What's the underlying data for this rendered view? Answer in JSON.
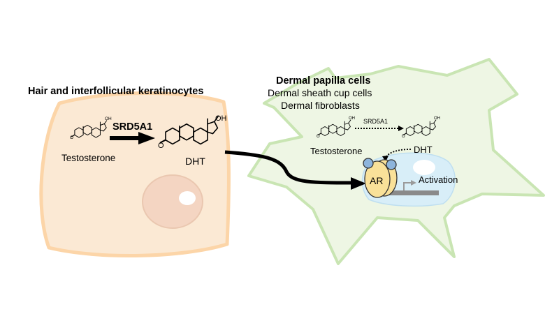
{
  "left_cell": {
    "title": "Hair and interfollicular keratinocytes",
    "enzyme": "SRD5A1",
    "substrate": "Testosterone",
    "product": "DHT",
    "oh_label": "OH",
    "keto_label": "O"
  },
  "right_cell": {
    "title": "Dermal papilla cells",
    "subtitle_1": "Dermal sheath cup cells",
    "subtitle_2": "Dermal fibroblasts",
    "enzyme": "SRD5A1",
    "substrate": "Testosterone",
    "product": "DHT",
    "receptor": "AR",
    "outcome": "Activation",
    "oh_label": "OH",
    "keto_label": "O"
  },
  "colors": {
    "keratinocyte_fill": "#FBE9D4",
    "keratinocyte_border": "#FCD5A8",
    "fibroblast_fill": "#EEF6E4",
    "fibroblast_border": "#C9E5B3",
    "nucleus_fill": "#D8EEF8",
    "receptor_fill": "#F9E199",
    "ligand_fill": "#8DB4DC",
    "dna_bar": "#8A8A8A"
  }
}
